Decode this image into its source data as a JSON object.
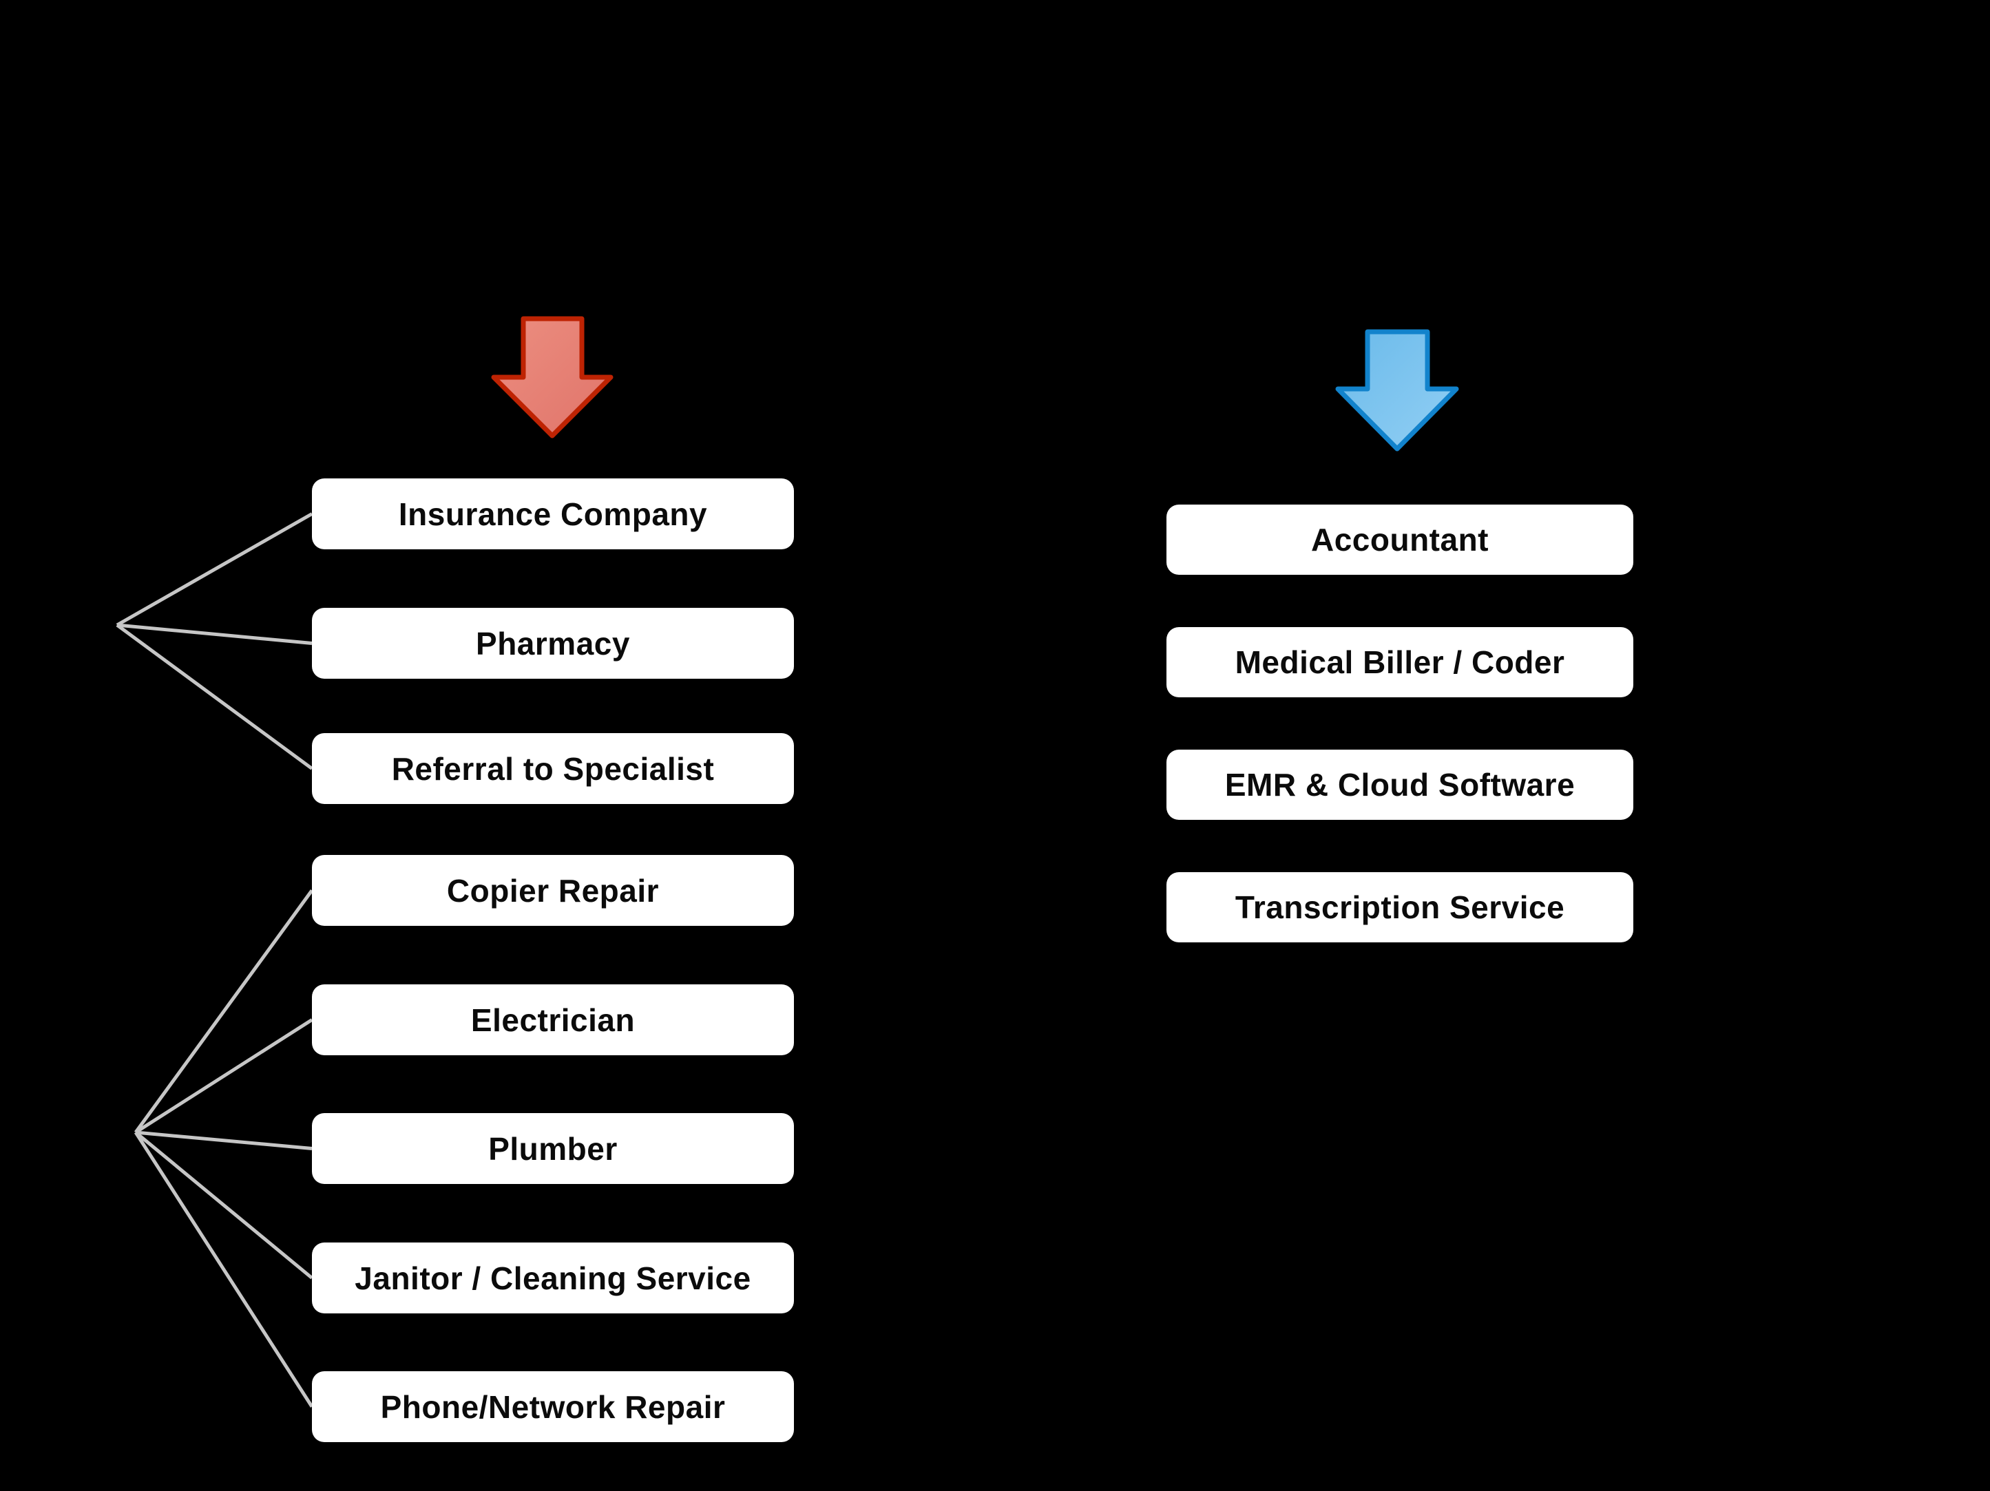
{
  "diagram": {
    "background_color": "#000000",
    "box_fill": "#FFFFFF",
    "box_text_color": "#0B0B0B",
    "connector_color": "#C6C6C6"
  },
  "left_column": {
    "arrow": {
      "name": "red-down-arrow",
      "fill_top": "#EC8E80",
      "fill_bottom": "#E0746A",
      "stroke": "#BE2303"
    },
    "boxes": [
      "Insurance Company",
      "Pharmacy",
      "Referral to Specialist",
      "Copier Repair",
      "Electrician",
      "Plumber",
      "Janitor / Cleaning Service",
      "Phone/Network Repair"
    ],
    "connector_groups": [
      {
        "hub": "upper-left",
        "box_indices": [
          0,
          1,
          2
        ]
      },
      {
        "hub": "lower-left",
        "box_indices": [
          3,
          4,
          5,
          6,
          7
        ]
      }
    ]
  },
  "right_column": {
    "arrow": {
      "name": "blue-down-arrow",
      "fill_top": "#6ABAEA",
      "fill_bottom": "#92CFF4",
      "stroke": "#1283CC"
    },
    "boxes": [
      "Accountant",
      "Medical Biller / Coder",
      "EMR & Cloud Software",
      "Transcription Service"
    ]
  }
}
